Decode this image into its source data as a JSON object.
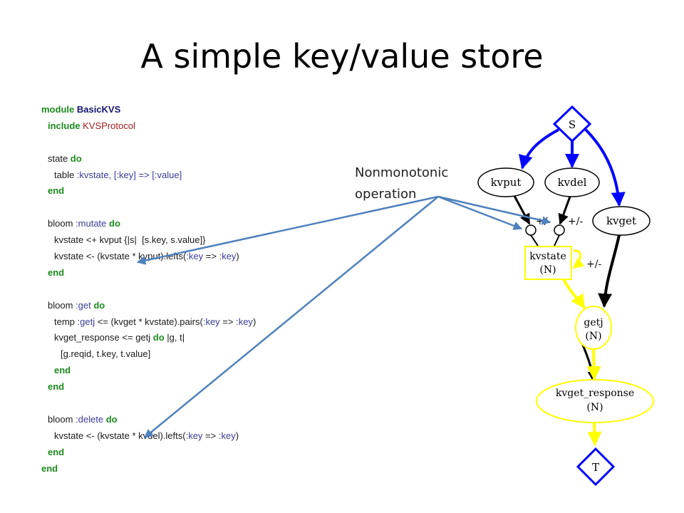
{
  "title": "A simple key/value store",
  "annotation": [
    "Nonmonotonic",
    "operation"
  ],
  "code": [
    {
      "indent": 0,
      "tokens": [
        {
          "t": "module ",
          "c": "kw"
        },
        {
          "t": "BasicKVS",
          "c": "mod"
        }
      ]
    },
    {
      "indent": 1,
      "tokens": [
        {
          "t": "include ",
          "c": "kw"
        },
        {
          "t": "KVSProtocol",
          "c": "red"
        }
      ]
    },
    {
      "indent": 0,
      "tokens": []
    },
    {
      "indent": 1,
      "tokens": [
        {
          "t": "state ",
          "c": ""
        },
        {
          "t": "do",
          "c": "kw"
        }
      ]
    },
    {
      "indent": 2,
      "tokens": [
        {
          "t": "table ",
          "c": ""
        },
        {
          "t": ":kvstate, [:key] => [:value]",
          "c": "sym"
        }
      ]
    },
    {
      "indent": 1,
      "tokens": [
        {
          "t": "end",
          "c": "kw"
        }
      ]
    },
    {
      "indent": 0,
      "tokens": []
    },
    {
      "indent": 1,
      "tokens": [
        {
          "t": "bloom ",
          "c": ""
        },
        {
          "t": ":mutate ",
          "c": "sym"
        },
        {
          "t": "do",
          "c": "kw"
        }
      ]
    },
    {
      "indent": 2,
      "tokens": [
        {
          "t": "kvstate <+ kvput {|s|  [s.key, s.value]}",
          "c": ""
        }
      ]
    },
    {
      "indent": 2,
      "tokens": [
        {
          "t": "kvstate <- (kvstate * kvput).lefts(",
          "c": ""
        },
        {
          "t": ":key",
          "c": "sym"
        },
        {
          "t": " => ",
          "c": ""
        },
        {
          "t": ":key",
          "c": "sym"
        },
        {
          "t": ")",
          "c": ""
        }
      ]
    },
    {
      "indent": 1,
      "tokens": [
        {
          "t": "end",
          "c": "kw"
        }
      ]
    },
    {
      "indent": 0,
      "tokens": []
    },
    {
      "indent": 1,
      "tokens": [
        {
          "t": "bloom ",
          "c": ""
        },
        {
          "t": ":get ",
          "c": "sym"
        },
        {
          "t": "do",
          "c": "kw"
        }
      ]
    },
    {
      "indent": 2,
      "tokens": [
        {
          "t": "temp ",
          "c": ""
        },
        {
          "t": ":getj",
          "c": "sym"
        },
        {
          "t": " <= (kvget * kvstate).pairs(",
          "c": ""
        },
        {
          "t": ":key",
          "c": "sym"
        },
        {
          "t": " => ",
          "c": ""
        },
        {
          "t": ":key",
          "c": "sym"
        },
        {
          "t": ")",
          "c": ""
        }
      ]
    },
    {
      "indent": 2,
      "tokens": [
        {
          "t": "kvget_response <= getj ",
          "c": ""
        },
        {
          "t": "do",
          "c": "kw"
        },
        {
          "t": " |g, t|",
          "c": ""
        }
      ]
    },
    {
      "indent": 3,
      "tokens": [
        {
          "t": "[g.reqid, t.key, t.value]",
          "c": ""
        }
      ]
    },
    {
      "indent": 2,
      "tokens": [
        {
          "t": "end",
          "c": "kw"
        }
      ]
    },
    {
      "indent": 1,
      "tokens": [
        {
          "t": "end",
          "c": "kw"
        }
      ]
    },
    {
      "indent": 0,
      "tokens": []
    },
    {
      "indent": 1,
      "tokens": [
        {
          "t": "bloom ",
          "c": ""
        },
        {
          "t": ":delete ",
          "c": "sym"
        },
        {
          "t": "do",
          "c": "kw"
        }
      ]
    },
    {
      "indent": 2,
      "tokens": [
        {
          "t": "kvstate <- (kvstate * kvdel).lefts(",
          "c": ""
        },
        {
          "t": ":key",
          "c": "sym"
        },
        {
          "t": " => ",
          "c": ""
        },
        {
          "t": ":key",
          "c": "sym"
        },
        {
          "t": ")",
          "c": ""
        }
      ]
    },
    {
      "indent": 1,
      "tokens": [
        {
          "t": "end",
          "c": "kw"
        }
      ]
    },
    {
      "indent": 0,
      "tokens": [
        {
          "t": "end",
          "c": "kw"
        }
      ]
    }
  ],
  "graph": {
    "nodes": {
      "S": "S",
      "kvput": "kvput",
      "kvdel": "kvdel",
      "kvget": "kvget",
      "kvstate_line1": "kvstate",
      "kvstate_line2": "(N)",
      "getj_line1": "getj",
      "getj_line2": "(N)",
      "kvget_response_line1": "kvget_response",
      "kvget_response_line2": "(N)",
      "T": "T"
    },
    "edge_labels": [
      "+/-",
      "+/-",
      "+/-"
    ],
    "colors": {
      "blue": "#0000ff",
      "yellow": "#ffff00",
      "black": "#000000",
      "annotation_arrow": "#4f81bd"
    }
  }
}
